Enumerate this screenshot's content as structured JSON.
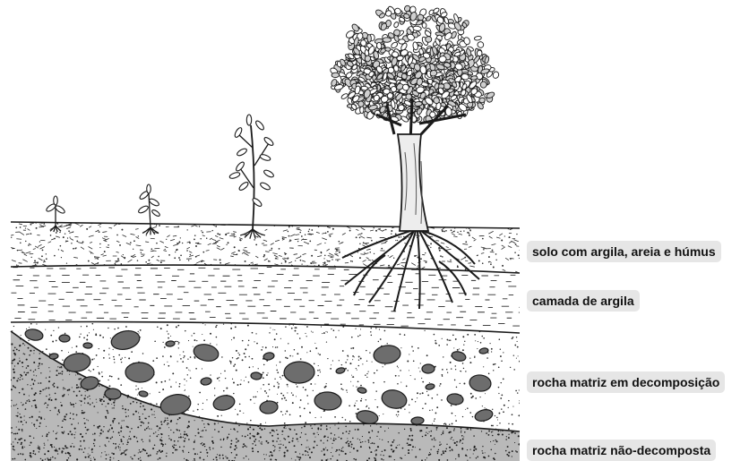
{
  "labels": [
    "solo com argila, areia e húmus",
    "camada de argila",
    "rocha matriz em decomposição",
    "rocha matriz não-decomposta"
  ],
  "colors": {
    "ink": "#1a1a1a",
    "label_bg": "#e6e6e6",
    "label_text": "#111111",
    "paper": "#ffffff"
  }
}
